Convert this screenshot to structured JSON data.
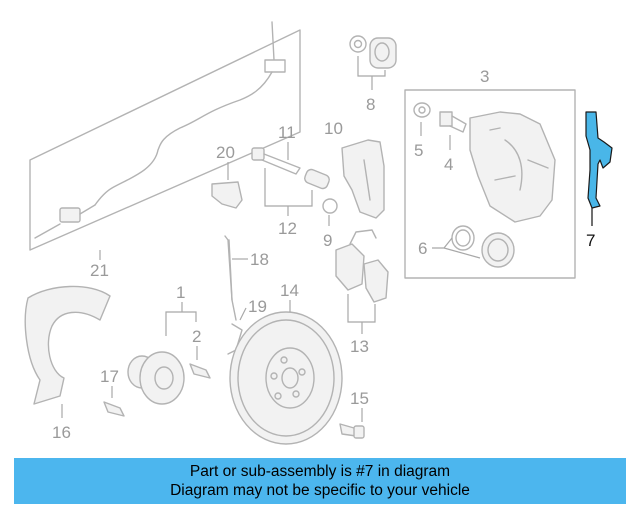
{
  "callouts": {
    "c1": "1",
    "c2": "2",
    "c3": "3",
    "c4": "4",
    "c5": "5",
    "c6": "6",
    "c7": "7",
    "c8": "8",
    "c9": "9",
    "c10": "10",
    "c11": "11",
    "c12": "12",
    "c13": "13",
    "c14": "14",
    "c15": "15",
    "c16": "16",
    "c17": "17",
    "c18": "18",
    "c19": "19",
    "c20": "20",
    "c21": "21"
  },
  "highlight_color": "#49b6e8",
  "banner": {
    "line1": "Part or sub-assembly is #7 in diagram",
    "line2": "Diagram may not be specific to your vehicle",
    "background": "#4cb6ee"
  }
}
